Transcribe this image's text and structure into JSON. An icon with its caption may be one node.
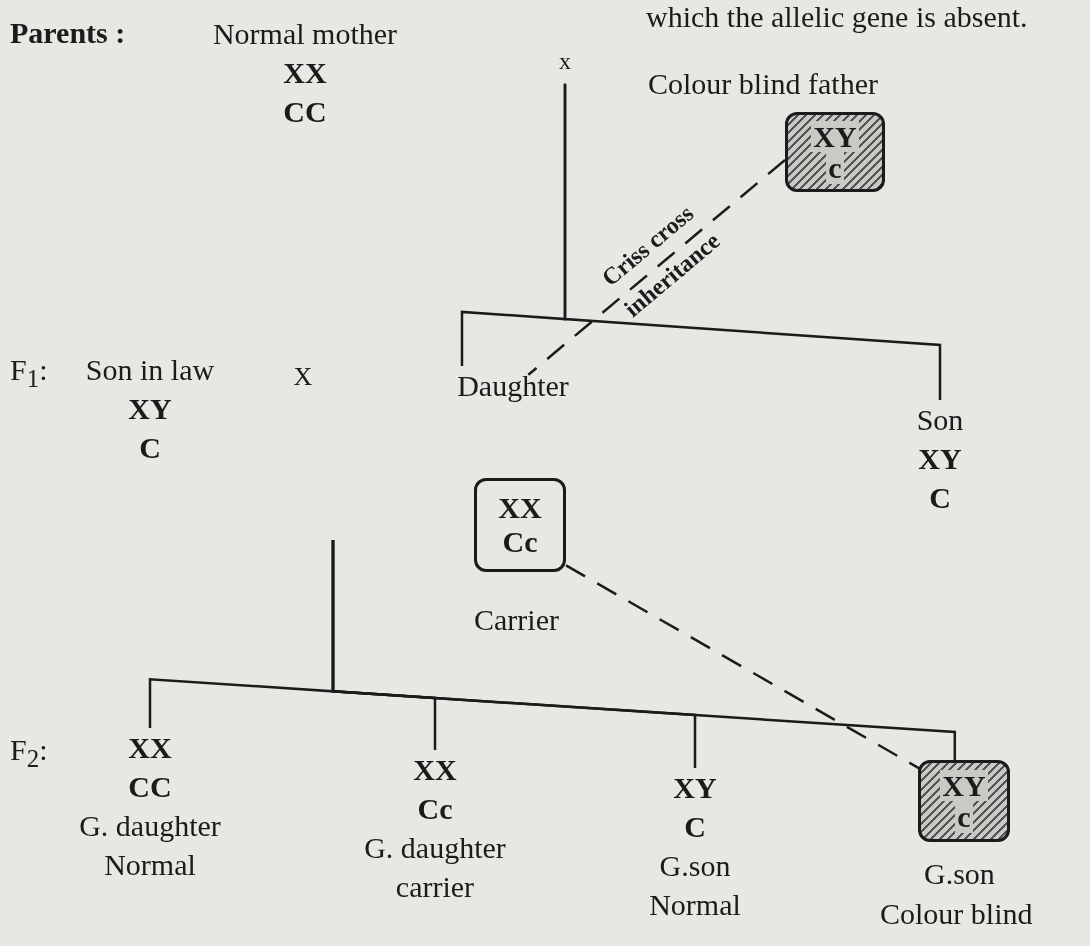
{
  "diagram": {
    "nodes": [
      {
        "text": [
          "Normal mother",
          "XX",
          "CC"
        ]
      },
      {
        "text": [
          "x"
        ]
      },
      {
        "text": [
          "XY",
          "c"
        ],
        "beside": [
          "Colour blind father"
        ]
      },
      {
        "text": [
          "Daughter"
        ]
      },
      {
        "text": [
          "Son",
          "XY",
          "C"
        ]
      },
      {
        "text": [
          "Son in law",
          "XY",
          "C"
        ]
      },
      {
        "text": [
          "X"
        ]
      },
      {
        "text": [
          "XX",
          "Cc"
        ],
        "beside": [
          "Carrier"
        ]
      },
      {
        "text": [
          "XX",
          "CC",
          "G. daughter",
          "Normal"
        ]
      },
      {
        "text": [
          "XX",
          "Cc",
          "G. daughter",
          "carrier"
        ]
      },
      {
        "text": [
          "XY",
          "C",
          "G.son",
          "Normal"
        ]
      },
      {
        "text": [
          "XY",
          "c"
        ],
        "beside": [
          "G.son",
          "Colour blind"
        ]
      }
    ],
    "edges": [
      {
        "from": 1,
        "to": 3,
        "arrow": "none"
      },
      {
        "from": 1,
        "to": 4,
        "arrow": "none"
      },
      {
        "from": 2,
        "to": 3,
        "arrow": "none",
        "label": "Criss cross inheritance",
        "style": "dashed"
      },
      {
        "from": null,
        "to": 8,
        "arrow": "none"
      },
      {
        "from": null,
        "to": 9,
        "arrow": "none"
      },
      {
        "from": null,
        "to": 10,
        "arrow": "none"
      },
      {
        "from": null,
        "to": 11,
        "arrow": "none"
      },
      {
        "from": 7,
        "to": 11,
        "arrow": "none",
        "style": "dashed"
      }
    ],
    "labels": [
      "which the allelic gene is absent.",
      "Parents :",
      "F$_{1}$:",
      "F$_{2}$:"
    ]
  }
}
